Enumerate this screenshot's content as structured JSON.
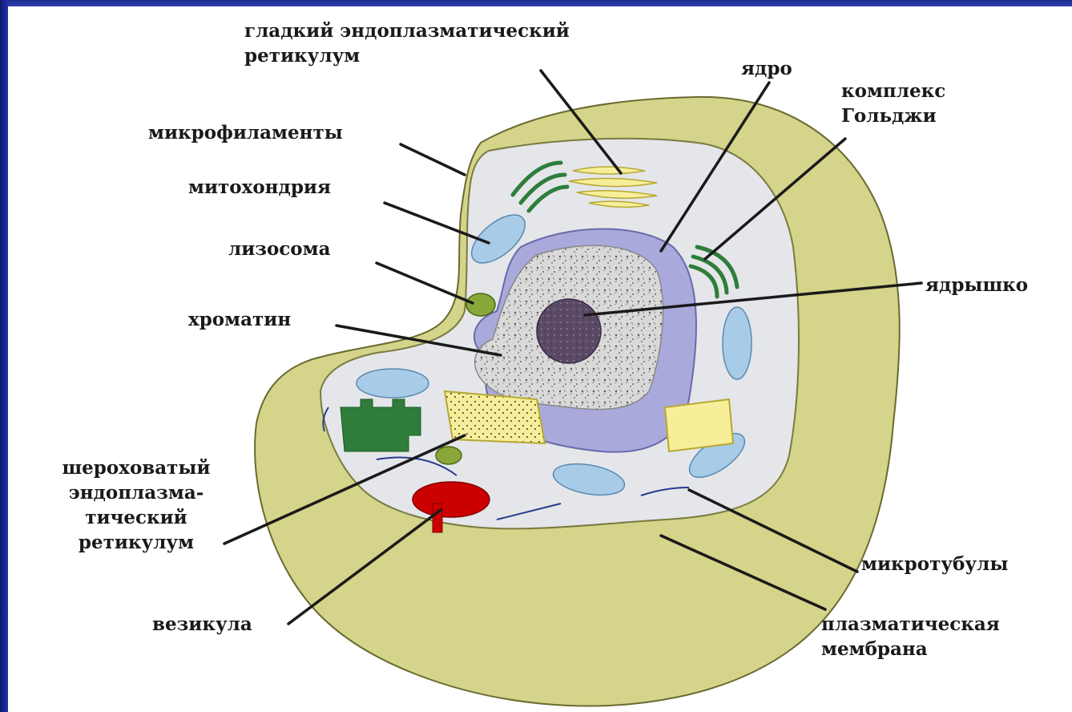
{
  "labels": {
    "smooth_er": "гладкий эндоплазматический\nретикулум",
    "nucleus": "ядро",
    "golgi": "комплекс\nГольджи",
    "microfilaments": "микрофиламенты",
    "mitochondrion": "митохондрия",
    "lysosome": "лизосома",
    "nucleolus": "ядрышко",
    "chromatin": "хроматин",
    "rough_er": "шероховатый\nэндоплазма-\nтический\nретикулум",
    "microtubules": "микротубулы",
    "vesicle": "везикула",
    "plasma_membrane": "плазматическая\nмембрана"
  },
  "colors": {
    "frame": "#1a237e",
    "outer_cell": "#d4d48a",
    "cytoplasm": "#e4e6ea",
    "nucleus_envelope": "#a9a9dc",
    "chromatin": "#d6d6d6",
    "nucleolus": "#5b4a66",
    "mitochondria": "#a8cce8",
    "golgi": "#2e7d3a",
    "smooth_er": "#f7ee9a",
    "rough_er": "#f7ee9a",
    "lysosome": "#8aa83a",
    "vesicle": "#cc0000",
    "leader_lines": "#1a1a1a"
  }
}
